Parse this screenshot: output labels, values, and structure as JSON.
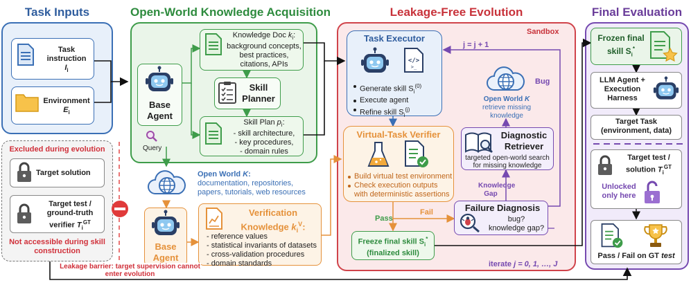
{
  "sections": {
    "task_inputs": "Task Inputs",
    "knowledge": "Open-World Knowledge Acquisition",
    "evolution": "Leakage-Free Evolution",
    "final": "Final Evaluation"
  },
  "task_inputs": {
    "instruction_title": "Task instruction",
    "instruction_sym": "I",
    "instruction_sub": "i",
    "environment_title": "Environment",
    "environment_sym": "E",
    "environment_sub": "i",
    "excluded_title": "Excluded during evolution",
    "target_solution": "Target solution",
    "target_test_1": "Target test /",
    "target_test_2": "ground-truth",
    "target_test_3": "verifier",
    "target_test_sym": "T",
    "target_test_sub": "i",
    "target_test_sup": "GT",
    "not_accessible": "Not accessible during skill construction",
    "barrier": "Leakage barrier: target supervision cannot enter evolution"
  },
  "knowledge": {
    "base_agent": "Base Agent",
    "query": "Query",
    "doc_title": "Knowledge Doc",
    "doc_sym": "k",
    "doc_sub": "i",
    "doc_body": "background concepts, best practices, citations, APIs",
    "planner": "Skill Planner",
    "plan_title": "Skill Plan",
    "plan_sym": "p",
    "plan_sub": "i",
    "plan_items": [
      "- skill architecture,",
      "- key procedures,",
      "- domain rules"
    ],
    "open_world_title": "Open World",
    "open_world_sym": "K",
    "open_world_body": "documentation, repositories, papers, tutorials, web resources",
    "base_agent2": "Base Agent",
    "verif_title": "Verification Knowledge",
    "verif_sym": "k",
    "verif_sub": "i",
    "verif_sup": "V",
    "verif_items": [
      "- reference values",
      "- statistical invariants of datasets",
      "- cross-validation procedures",
      "- domain standards"
    ]
  },
  "evolution": {
    "sandbox": "Sandbox",
    "executor_title": "Task Executor",
    "executor_items": [
      "Generate skill S",
      "Execute agent",
      "Refine skill S"
    ],
    "gen_sup": "(0)",
    "refine_sup": "(j)",
    "sym_sub": "i",
    "loop": "j = j + 1",
    "bug": "Bug",
    "open_world_title": "Open World",
    "open_world_sym": "K",
    "open_world_body": "retrieve missing knowledge",
    "verifier_title": "Virtual-Task Verifier",
    "verifier_items": [
      "Build virtual test environment",
      "Check execution outputs with deterministic assertions"
    ],
    "diag_title": "Diagnostic Retriever",
    "diag_body": "targeted open-world search for missing knowledge",
    "knowledge_gap": "Knowledge Gap",
    "pass": "Pass",
    "fail": "Fail",
    "failure_title": "Failure Diagnosis",
    "failure_q": [
      "bug?",
      "knowledge gap?"
    ],
    "freeze_1": "Freeze final skill S",
    "freeze_sub": "i",
    "freeze_sup": "*",
    "freeze_2": "(finalized skill)",
    "iterate": "iterate",
    "iterate_expr": "j = 0, 1, …, J"
  },
  "final": {
    "frozen_1": "Frozen final",
    "frozen_2": "skill S",
    "frozen_sub": "i",
    "frozen_sup": "*",
    "llm_agent": "LLM Agent + Execution Harness",
    "target_task_1": "Target Task",
    "target_task_2": "(environment, data)",
    "target_test_1": "Target test /",
    "target_test_2": "solution",
    "target_test_sym": "T",
    "target_test_sub": "i",
    "target_test_sup": "GT",
    "unlocked": "Unlocked only here",
    "pass_fail": "Pass / Fail on GT",
    "pass_fail_em": "test"
  },
  "colors": {
    "blue": "#2f5d9e",
    "green": "#2e8b3e",
    "red": "#c8323a",
    "purple": "#6a3d9a",
    "orange": "#e5913a"
  }
}
